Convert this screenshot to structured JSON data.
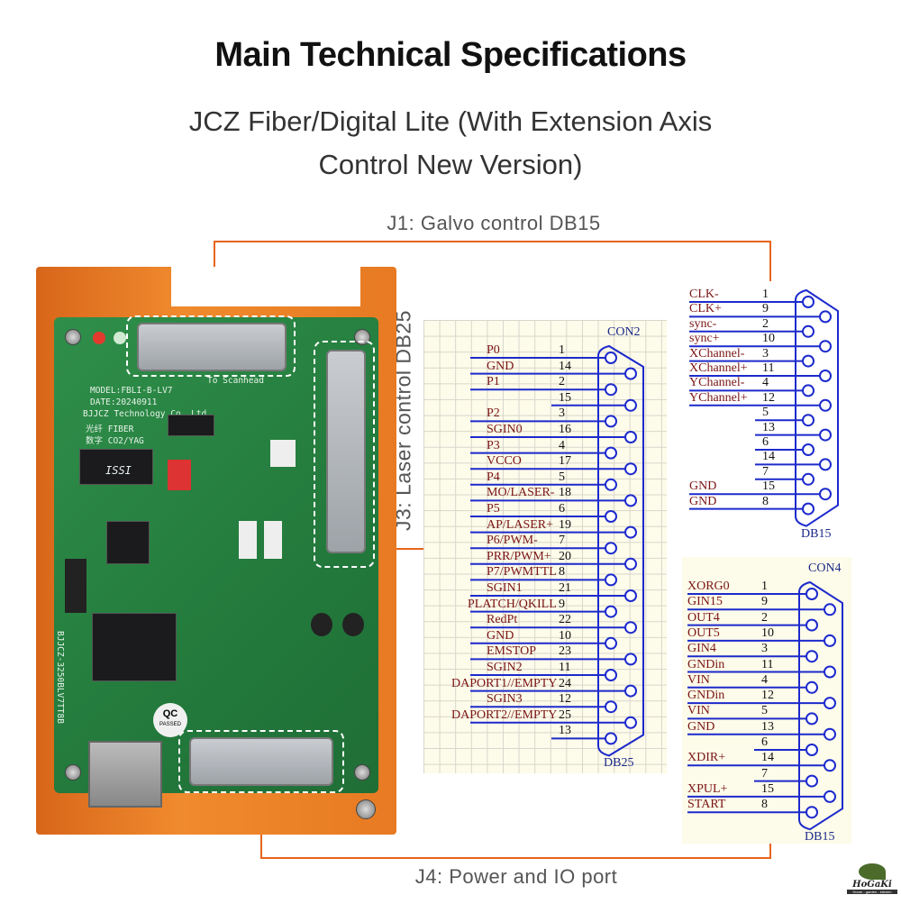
{
  "header": {
    "title": "Main Technical Specifications",
    "subtitle_line1": "JCZ Fiber/Digital Lite (With Extension Axis",
    "subtitle_line2": "Control New Version)"
  },
  "callouts": {
    "j1": "J1: Galvo control DB15",
    "j3": "J3: Laser control DB25",
    "j4": "J4: Power and IO port"
  },
  "board": {
    "model": "MODEL:FBLI-B-LV7",
    "date": "DATE:20240911",
    "maker": "BJJCZ Technology Co,.Ltd",
    "fiber": "光纤 FIBER",
    "digital": "数字 CO2/YAG",
    "to_scanhead": "To Scanhead",
    "qc": "QC",
    "passed": "PASSED",
    "serial": "BJJCZ-3250BLV7TT8B",
    "chip_issi": "ISSI"
  },
  "colors": {
    "wire": "#e8641c",
    "schematic_blue": "#1c2acc",
    "label_red": "#7a1414"
  },
  "con2": {
    "name": "CON2",
    "type": "DB25",
    "pins": [
      {
        "label": "P0",
        "pin": "1"
      },
      {
        "label": "GND",
        "pin": "14"
      },
      {
        "label": "P1",
        "pin": "2"
      },
      {
        "label": "",
        "pin": "15"
      },
      {
        "label": "P2",
        "pin": "3"
      },
      {
        "label": "SGIN0",
        "pin": "16"
      },
      {
        "label": "P3",
        "pin": "4"
      },
      {
        "label": "VCCO",
        "pin": "17"
      },
      {
        "label": "P4",
        "pin": "5"
      },
      {
        "label": "MO/LASER-",
        "pin": "18"
      },
      {
        "label": "P5",
        "pin": "6"
      },
      {
        "label": "AP/LASER+",
        "pin": "19"
      },
      {
        "label": "P6/PWM-",
        "pin": "7"
      },
      {
        "label": "PRR/PWM+",
        "pin": "20"
      },
      {
        "label": "P7/PWMTTL",
        "pin": "8"
      },
      {
        "label": "SGIN1",
        "pin": "21"
      },
      {
        "label": "PLATCH/QKILL",
        "pin": "9"
      },
      {
        "label": "RedPt",
        "pin": "22"
      },
      {
        "label": "GND",
        "pin": "10"
      },
      {
        "label": "EMSTOP",
        "pin": "23"
      },
      {
        "label": "SGIN2",
        "pin": "11"
      },
      {
        "label": "DAPORT1//EMPTY",
        "pin": "24"
      },
      {
        "label": "SGIN3",
        "pin": "12"
      },
      {
        "label": "DAPORT2//EMPTY",
        "pin": "25"
      },
      {
        "label": "",
        "pin": "13"
      }
    ]
  },
  "con_j1": {
    "type": "DB15",
    "pins": [
      {
        "label": "CLK-",
        "pin": "1"
      },
      {
        "label": "CLK+",
        "pin": "9"
      },
      {
        "label": "sync-",
        "pin": "2"
      },
      {
        "label": "sync+",
        "pin": "10"
      },
      {
        "label": "XChannel-",
        "pin": "3"
      },
      {
        "label": "XChannel+",
        "pin": "11"
      },
      {
        "label": "YChannel-",
        "pin": "4"
      },
      {
        "label": "YChannel+",
        "pin": "12"
      },
      {
        "label": "",
        "pin": "5"
      },
      {
        "label": "",
        "pin": "13"
      },
      {
        "label": "",
        "pin": "6"
      },
      {
        "label": "",
        "pin": "14"
      },
      {
        "label": "",
        "pin": "7"
      },
      {
        "label": "GND",
        "pin": "15"
      },
      {
        "label": "GND",
        "pin": "8"
      }
    ]
  },
  "con4": {
    "name": "CON4",
    "type": "DB15",
    "pins": [
      {
        "label": "XORG0",
        "pin": "1"
      },
      {
        "label": "GIN15",
        "pin": "9"
      },
      {
        "label": "OUT4",
        "pin": "2"
      },
      {
        "label": "OUT5",
        "pin": "10"
      },
      {
        "label": "GIN4",
        "pin": "3"
      },
      {
        "label": "GNDin",
        "pin": "11"
      },
      {
        "label": "VIN",
        "pin": "4"
      },
      {
        "label": "GNDin",
        "pin": "12"
      },
      {
        "label": "VIN",
        "pin": "5"
      },
      {
        "label": "GND",
        "pin": "13"
      },
      {
        "label": "",
        "pin": "6"
      },
      {
        "label": "XDIR+",
        "pin": "14"
      },
      {
        "label": "",
        "pin": "7"
      },
      {
        "label": "XPUL+",
        "pin": "15"
      },
      {
        "label": "START",
        "pin": "8"
      }
    ]
  },
  "logo": {
    "brand": "HoGaKi",
    "tagline": "Home - garden - kitchen"
  }
}
